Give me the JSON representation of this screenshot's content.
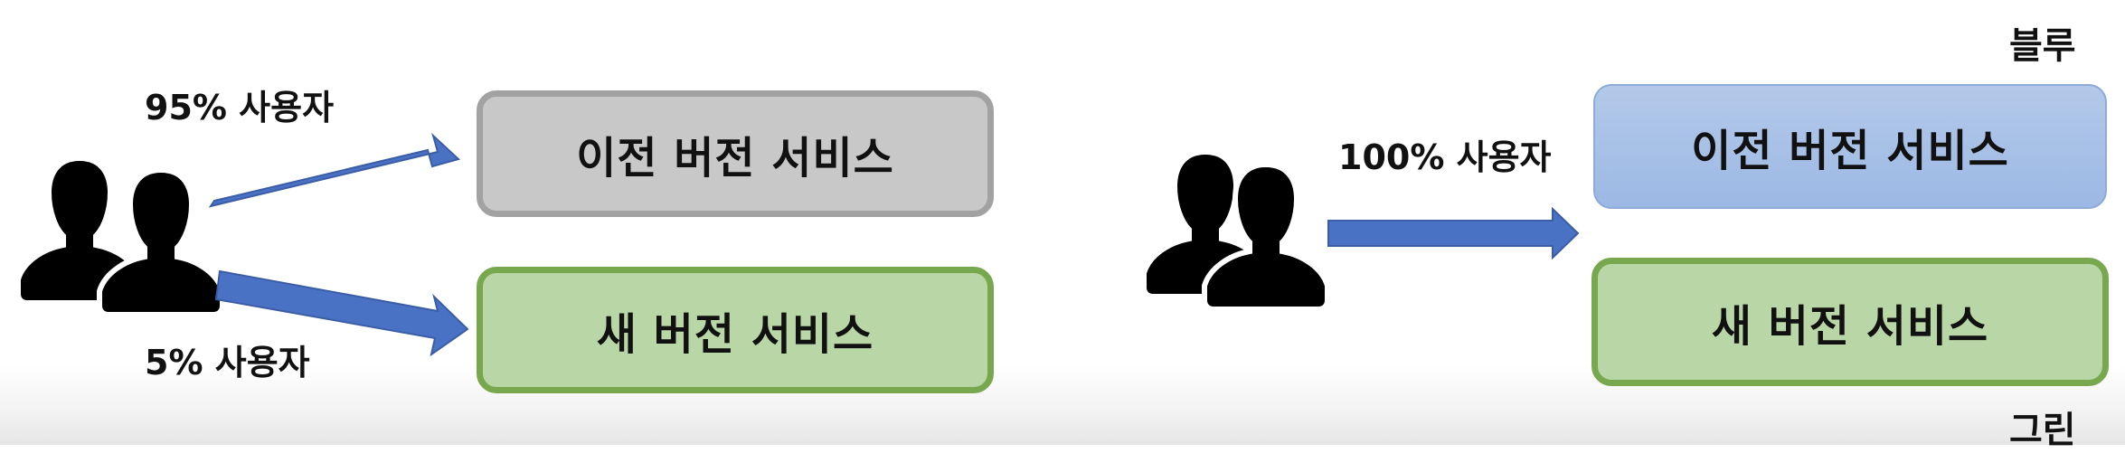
{
  "left_scenario": {
    "old_service_label": "이전 버전 서비스",
    "new_service_label": "새 버전 서비스",
    "top_users_label": "95% 사용자",
    "bottom_users_label": "5% 사용자"
  },
  "right_scenario": {
    "old_service_label": "이전 버전 서비스",
    "new_service_label": "새 버전 서비스",
    "users_label": "100% 사용자",
    "blue_env_label": "블루",
    "green_env_label": "그린"
  },
  "colors": {
    "arrow": "#4a72c4",
    "old_box_gray": "#c8c8c8",
    "new_box_green": "#b8d6a6",
    "new_box_border": "#78a84e",
    "blue_box": "#a8c1e7"
  },
  "icons": [
    "users-icon",
    "users-icon"
  ]
}
